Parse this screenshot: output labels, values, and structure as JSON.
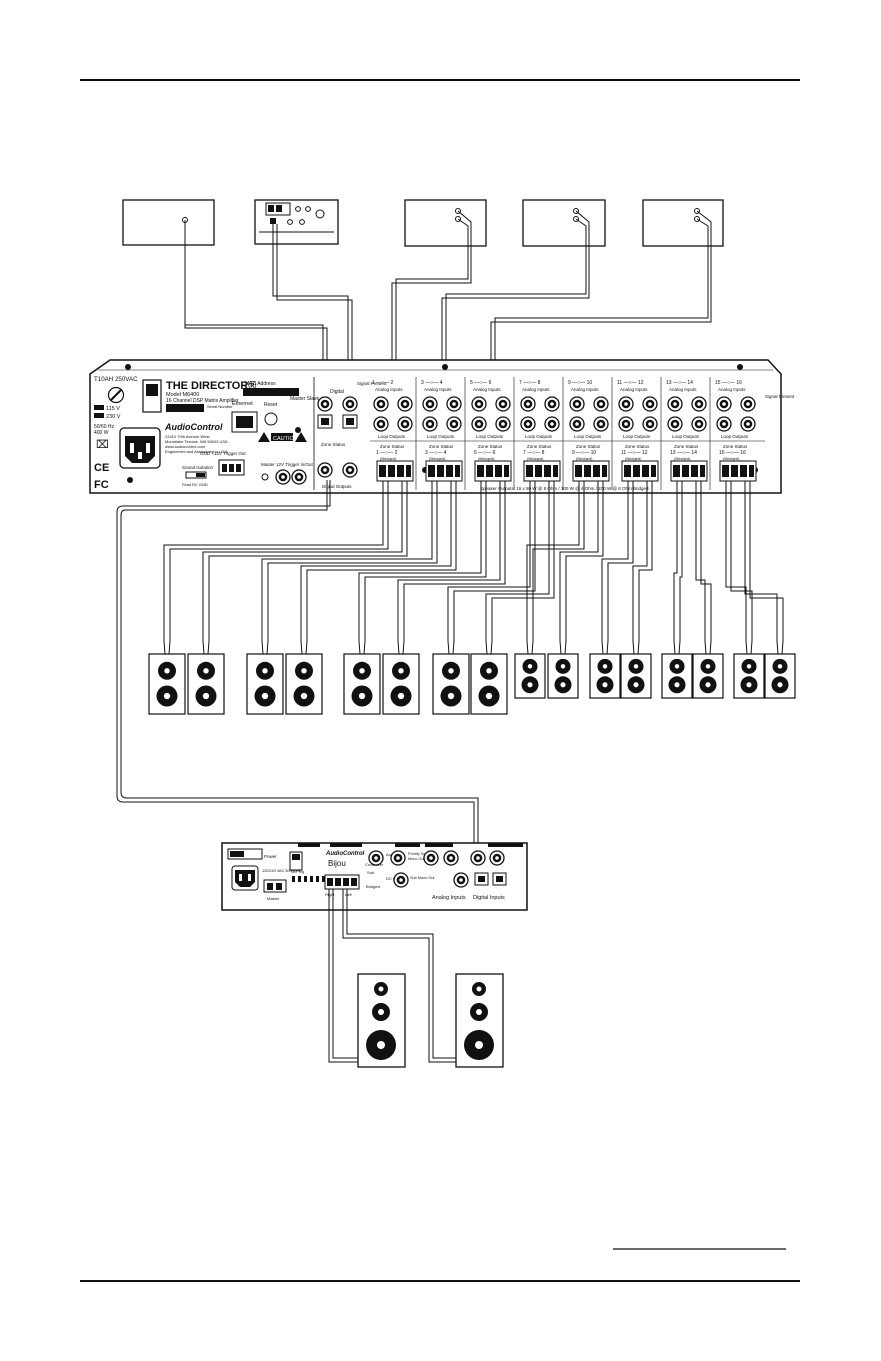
{
  "director": {
    "fuse_label": "T10AH 250VAC",
    "voltage_115": "115 V",
    "voltage_230": "230 V",
    "power_rating_1": "50/60 Hz",
    "power_rating_2": "400 W",
    "title": "THE DIRECTOR®",
    "model": "Model M6400",
    "subtitle": "16 Channel DSP Matrix Amplifier",
    "serial_label": "Serial Number",
    "mac_label": "MAC Address",
    "ethernet_label": "Ethernet",
    "reset_label": "Reset",
    "master_slave_label": "Master Slave",
    "brand": "AudioControl",
    "address_1": "22410 70th Avenue West",
    "address_2": "Mountlake Terrace, WA 98043 USA",
    "address_3": "www.audiocontrol.com",
    "address_4": "Engineered and Assembled in USA",
    "caution_label": "CAUTION",
    "sound_isolation": "Sound Isolation",
    "trigger_label": "GND +12V Trigger Out",
    "trigger_in_label": "Master 12V Trigger In/Out",
    "float_labels": "Float   RC   GND",
    "digital_label": "Digital",
    "digital_outputs_label": "Digital Outputs",
    "signal_present": "Signal Present",
    "zone_status_left": "Zone Status",
    "groups": [
      {
        "pair": "1 —○— 2",
        "bridged": "(Bridged)"
      },
      {
        "pair": "3 —○— 4",
        "bridged": "(Bridged)"
      },
      {
        "pair": "5 —○— 6",
        "bridged": "(Bridged)"
      },
      {
        "pair": "7 —○— 8",
        "bridged": "(Bridged)"
      },
      {
        "pair": "9 —○— 10",
        "bridged": "(Bridged)"
      },
      {
        "pair": "11 —○— 12",
        "bridged": "(Bridged)"
      },
      {
        "pair": "13 —○— 14",
        "bridged": "(Bridged)"
      },
      {
        "pair": "15 —○— 16",
        "bridged": "(Bridged)"
      }
    ],
    "analog_inputs_label": "Analog Inputs",
    "loop_outputs_label": "Loop Outputs",
    "zone_status_label": "Zone Status",
    "speaker_outputs_label": "Speaker Outputs: 16 x 80 W @ 8 Ohm / 100 W @ 4 Ohm / 200 W @ 8 Ohm Bridged"
  },
  "bijou": {
    "power_label": "Power",
    "voltage_label": "120/240 VAC 50/60 Hz",
    "brand": "AudioControl",
    "model": "Bijou",
    "trigger_label": "12V Trig",
    "master_label": "Master",
    "crossover_label": "Crossover",
    "sub_label": "Sub",
    "bridge_label": "Bridged",
    "aux_label": "Aux",
    "dc_out_label": "DC Out",
    "priority_label": "Priority Source",
    "mono_label": "Mono Out",
    "sub_mono_label": "Sub Mono Out",
    "analog_inputs_label": "Analog Inputs",
    "digital_inputs_label": "Digital Inputs",
    "right_label": "Right",
    "left_label": "Left"
  },
  "speaker_cols": 16
}
